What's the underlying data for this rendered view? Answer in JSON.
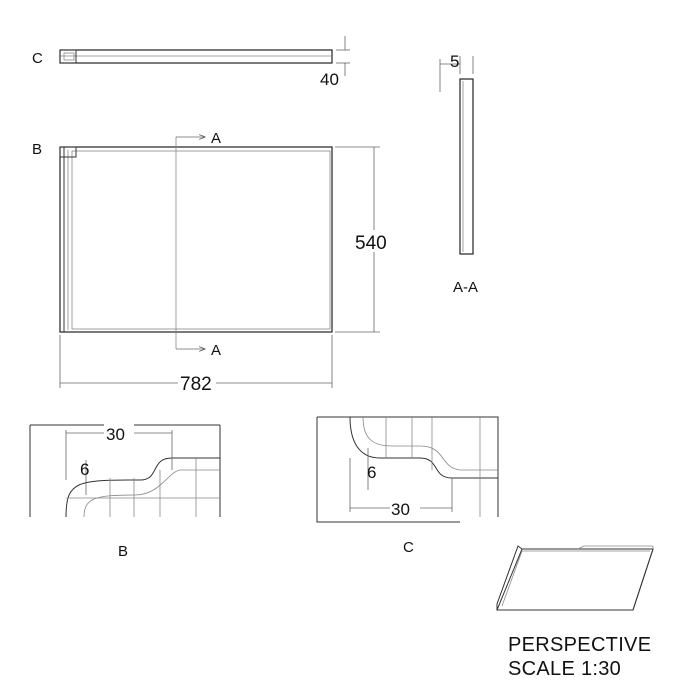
{
  "labels": {
    "view_c": "C",
    "view_b": "B",
    "section_arrow_top": "A",
    "section_arrow_bottom": "A",
    "section_view": "A-A",
    "detail_b": "B",
    "detail_c": "C"
  },
  "dimensions": {
    "top_thickness": "40",
    "section_thickness": "5",
    "height": "540",
    "width": "782",
    "detail_b_width": "30",
    "detail_b_radius": "6",
    "detail_c_radius": "6",
    "detail_c_width": "30"
  },
  "caption": {
    "line1": "PERSPECTIVE",
    "line2": "SCALE 1:30"
  }
}
